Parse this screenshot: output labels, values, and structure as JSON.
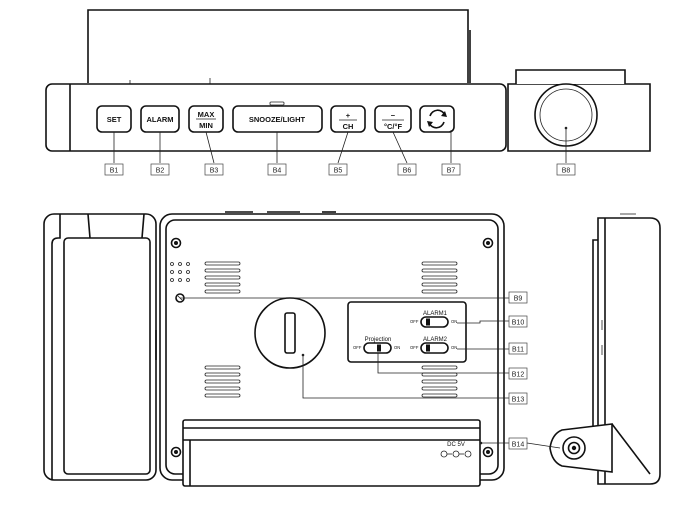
{
  "top_view": {
    "buttons": [
      {
        "id": "set",
        "label": "SET",
        "callout": "B1"
      },
      {
        "id": "alarm",
        "label": "ALARM",
        "callout": "B2"
      },
      {
        "id": "maxmin",
        "label_top": "MAX",
        "label_bottom": "MIN",
        "callout": "B3"
      },
      {
        "id": "snooze",
        "label": "SNOOZE/LIGHT",
        "callout": "B4"
      },
      {
        "id": "ch",
        "label_top": "+",
        "label_bottom": "CH",
        "callout": "B5"
      },
      {
        "id": "unit",
        "label_top": "−",
        "label_bottom": "°C/°F",
        "callout": "B6"
      },
      {
        "id": "rotate",
        "icon": "rotate-icon",
        "callout": "B7"
      }
    ],
    "knob_callout": "B8"
  },
  "back_view": {
    "alarm1": "ALARM1",
    "alarm2": "ALARM2",
    "projection": "Projection",
    "off": "OFF",
    "on": "ON",
    "power_label": "DC 5V",
    "callouts": {
      "reset": "B9",
      "alarm1": "B10",
      "alarm2": "B11",
      "projection": "B12",
      "battery": "B13",
      "dc_jack": "B14"
    }
  }
}
